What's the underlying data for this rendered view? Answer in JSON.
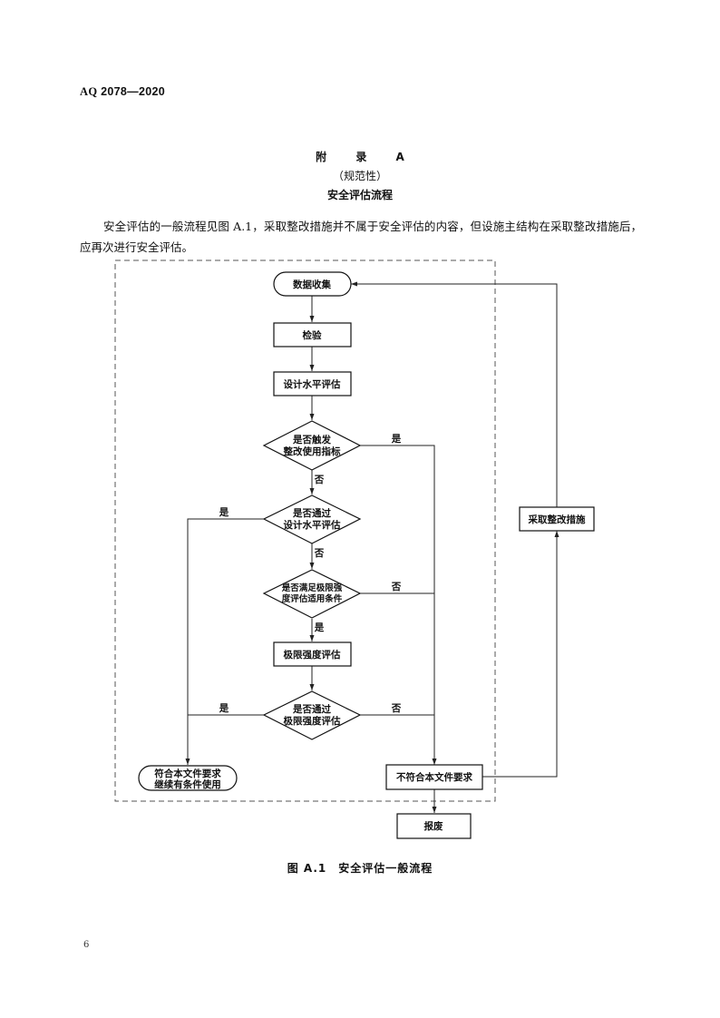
{
  "header": {
    "standard_prefix": "AQ",
    "standard_number": "2078—2020"
  },
  "annex": {
    "title": "附 录 A",
    "nature": "（规范性）",
    "name": "安全评估流程"
  },
  "intro_paragraph": "安全评估的一般流程见图 A.1，采取整改措施并不属于安全评估的内容，但设施主结构在采取整改措施后，应再次进行安全评估。",
  "flowchart": {
    "nodes": {
      "data_collection": "数据收集",
      "inspection": "检验",
      "design_level_assessment": "设计水平评估",
      "decision_trigger": [
        "是否触发",
        "整改使用指标"
      ],
      "decision_pass_design": [
        "是否通过",
        "设计水平评估"
      ],
      "decision_ultimate_condition": [
        "是否满足极限强",
        "度评估适用条件"
      ],
      "ultimate_strength_assessment": "极限强度评估",
      "decision_pass_ultimate": [
        "是否通过",
        "极限强度评估"
      ],
      "conform": [
        "符合本文件要求",
        "继续有条件使用"
      ],
      "not_conform": "不符合本文件要求",
      "scrap": "报废",
      "remediation": "采取整改措施"
    },
    "edge_labels": {
      "trigger_yes": "是",
      "trigger_no": "否",
      "pass_design_yes": "是",
      "pass_design_no": "否",
      "ultimate_condition_no": "否",
      "ultimate_condition_yes": "是",
      "pass_ultimate_yes": "是",
      "pass_ultimate_no": "否"
    }
  },
  "caption": "图 A.1　安全评估一般流程",
  "page_number": "6"
}
